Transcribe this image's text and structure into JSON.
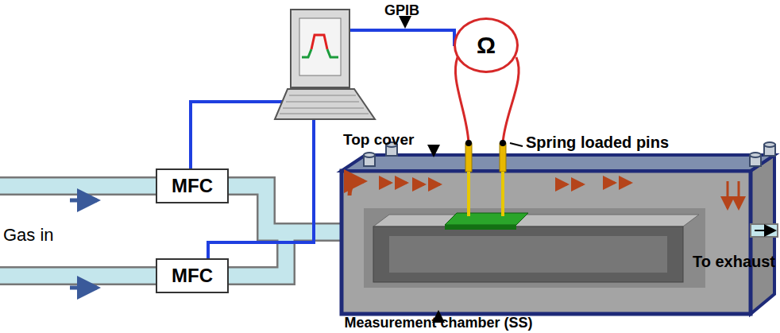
{
  "diagram": {
    "nodes": [
      {
        "text": [
          "Ω"
        ]
      },
      {
        "text": [
          "MFC"
        ]
      },
      {
        "text": [
          "MFC"
        ]
      }
    ],
    "labels": [
      "GPIB",
      "Top cover",
      "Spring loaded pins",
      "Gas in",
      "To exhaust",
      "Measurement chamber (SS)"
    ]
  }
}
